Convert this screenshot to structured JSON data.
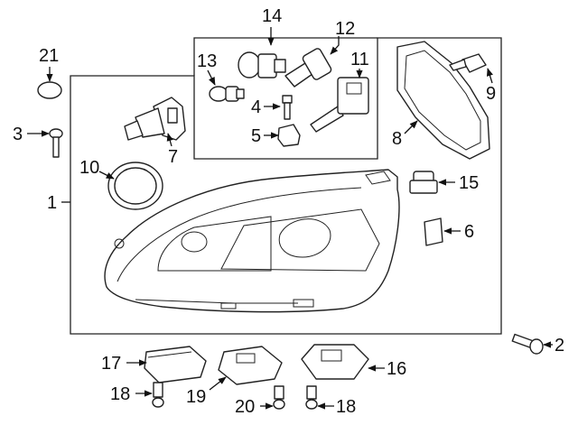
{
  "diagram": {
    "callouts": [
      {
        "id": "1",
        "label": "1"
      },
      {
        "id": "2",
        "label": "2"
      },
      {
        "id": "3",
        "label": "3"
      },
      {
        "id": "4",
        "label": "4"
      },
      {
        "id": "5",
        "label": "5"
      },
      {
        "id": "6",
        "label": "6"
      },
      {
        "id": "7",
        "label": "7"
      },
      {
        "id": "8",
        "label": "8"
      },
      {
        "id": "9",
        "label": "9"
      },
      {
        "id": "10",
        "label": "10"
      },
      {
        "id": "11",
        "label": "11"
      },
      {
        "id": "12",
        "label": "12"
      },
      {
        "id": "13",
        "label": "13"
      },
      {
        "id": "14",
        "label": "14"
      },
      {
        "id": "15",
        "label": "15"
      },
      {
        "id": "16",
        "label": "16"
      },
      {
        "id": "17",
        "label": "17"
      },
      {
        "id": "18a",
        "label": "18"
      },
      {
        "id": "18b",
        "label": "18"
      },
      {
        "id": "19",
        "label": "19"
      },
      {
        "id": "20",
        "label": "20"
      },
      {
        "id": "21",
        "label": "21"
      }
    ]
  }
}
